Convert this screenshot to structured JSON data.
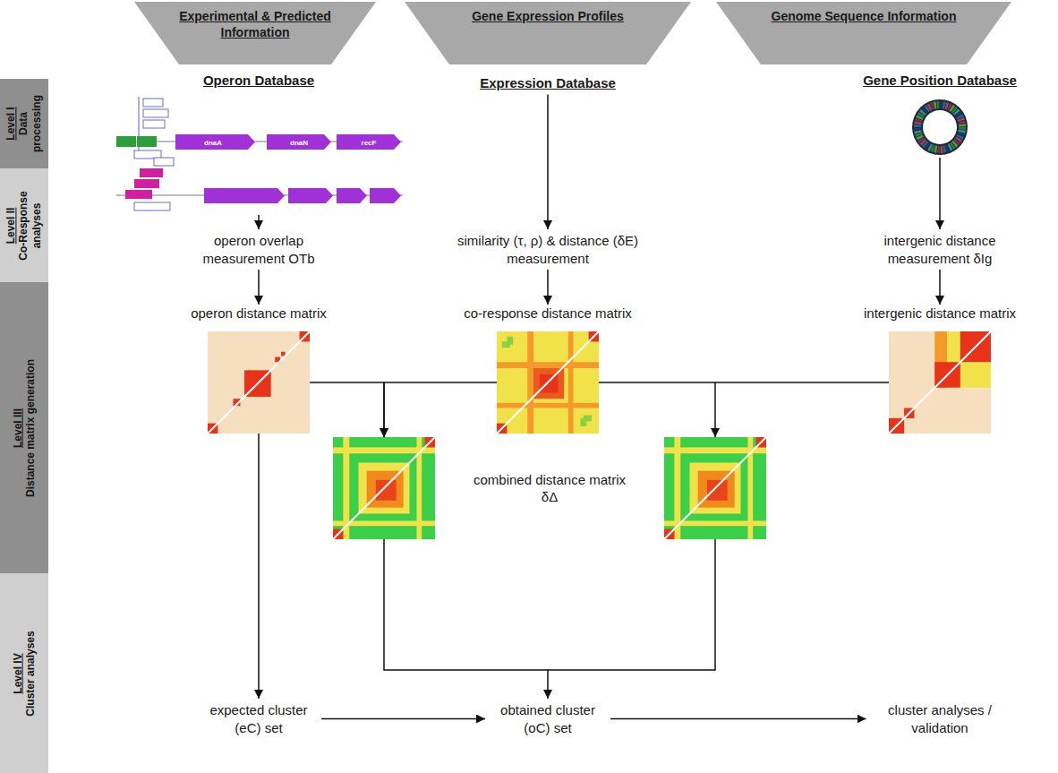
{
  "diagram": {
    "nodes": [
      {
        "text": [
          "Experimental & Predicted Information"
        ]
      },
      {
        "text": [
          "Gene Expression Profiles"
        ]
      },
      {
        "text": [
          "Genome Sequence Information"
        ]
      },
      {
        "text": [
          "Level I",
          "Data processing"
        ]
      },
      {
        "text": [
          "Level II",
          "Co-Response analyses"
        ]
      },
      {
        "text": [
          "Level III",
          "Distance matrix generation"
        ]
      },
      {
        "text": [
          "Level IV",
          "Cluster analyses"
        ]
      },
      {
        "text": [
          "Operon Database"
        ]
      },
      {
        "text": [
          "Expression Database"
        ]
      },
      {
        "text": [
          "Gene Position Database"
        ]
      },
      {
        "text": [
          "operon overlap measurement OTb"
        ]
      },
      {
        "text": [
          "similarity (τ, ρ) & distance (δE) measurement"
        ]
      },
      {
        "text": [
          "intergenic distance measurement δIg"
        ]
      },
      {
        "text": [
          "operon distance matrix"
        ]
      },
      {
        "text": [
          "co-response distance matrix"
        ]
      },
      {
        "text": [
          "intergenic distance matrix"
        ]
      },
      {
        "text": [
          "combined distance matrix δΔ"
        ]
      },
      {
        "text": [
          "expected cluster (eC) set"
        ]
      },
      {
        "text": [
          "obtained cluster (oC) set"
        ]
      },
      {
        "text": [
          "cluster analyses / validation"
        ]
      }
    ],
    "edges": [
      {
        "from": 7,
        "to": 10,
        "arrow": "to"
      },
      {
        "from": 8,
        "to": 11,
        "arrow": "to"
      },
      {
        "from": 9,
        "to": 12,
        "arrow": "to"
      },
      {
        "from": 10,
        "to": 13,
        "arrow": "to"
      },
      {
        "from": 11,
        "to": 14,
        "arrow": "to"
      },
      {
        "from": 12,
        "to": 15,
        "arrow": "to"
      },
      {
        "from": 13,
        "to": 16,
        "arrow": "to"
      },
      {
        "from": 14,
        "to": 16,
        "arrow": "to"
      },
      {
        "from": 15,
        "to": 16,
        "arrow": "to"
      },
      {
        "from": 13,
        "to": 17,
        "arrow": "to"
      },
      {
        "from": 16,
        "to": 18,
        "arrow": "to"
      },
      {
        "from": 17,
        "to": 18,
        "arrow": "to"
      },
      {
        "from": 18,
        "to": 19,
        "arrow": "to"
      }
    ],
    "labels": [
      "dnaA",
      "dnaN",
      "recF"
    ]
  }
}
